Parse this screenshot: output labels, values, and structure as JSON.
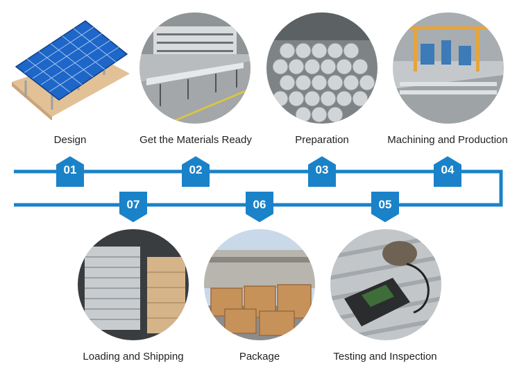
{
  "steps": [
    {
      "number": "01",
      "label": "Design"
    },
    {
      "number": "02",
      "label": "Get the Materials Ready"
    },
    {
      "number": "03",
      "label": "Preparation"
    },
    {
      "number": "04",
      "label": "Machining and Production"
    },
    {
      "number": "05",
      "label": "Testing and Inspection"
    },
    {
      "number": "06",
      "label": "Package"
    },
    {
      "number": "07",
      "label": "Loading and Shipping"
    }
  ],
  "colors": {
    "accent": "#1a82c8",
    "text": "#222222"
  },
  "icons": [
    "solar-panel-array-icon",
    "warehouse-photo",
    "aluminum-bars-photo",
    "production-line-photo",
    "inspection-device-photo",
    "wooden-crates-photo",
    "container-loading-photo"
  ]
}
